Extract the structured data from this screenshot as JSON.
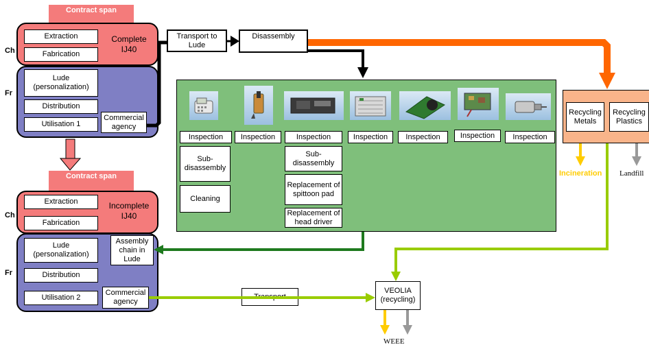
{
  "top_phase": {
    "banner": "Contract span",
    "side_ch": "Ch",
    "side_fr": "Fr",
    "title_line1": "Complete",
    "title_line2": "IJ40",
    "extraction": "Extraction",
    "fabrication": "Fabrication",
    "lude": "Lude (personalization)",
    "distribution": "Distribution",
    "utilisation": "Utilisation 1",
    "commercial_agency": "Commercial agency"
  },
  "bottom_phase": {
    "banner": "Contract span",
    "side_ch": "Ch",
    "side_fr": "Fr",
    "title_line1": "Incomplete",
    "title_line2": "IJ40",
    "extraction": "Extraction",
    "fabrication": "Fabrication",
    "lude": "Lude (personalization)",
    "distribution": "Distribution",
    "utilisation": "Utilisation 2",
    "commercial_agency": "Commercial agency",
    "assembly_chain": "Assembly chain in Lude"
  },
  "flow": {
    "transport_to_lude": "Transport to Lude",
    "disassembly": "Disassembly",
    "transport": "Transport",
    "veolia": "VEOLIA (recycling)",
    "weee": "WEEE"
  },
  "inspection": {
    "label": "Inspection",
    "count": 7,
    "sub_disassembly": "Sub-disassembly",
    "cleaning": "Cleaning",
    "sub_disassembly_2": "Sub-disassembly",
    "replacement_spittoon": "Replacement of spittoon pad",
    "replacement_head": "Replacement of head driver"
  },
  "recycling": {
    "metals": "Recycling Metals",
    "plastics": "Recycling Plastics",
    "incineration": "Incineration",
    "landfill": "Landfill"
  },
  "colors": {
    "pink": "#f47b7b",
    "blue": "#7f7fc4",
    "green_panel": "#7fbf7b",
    "orange_panel": "#f9b48a",
    "orange_arrow": "#ff6600",
    "dark_green": "#1e7a1e",
    "light_green": "#99cc00",
    "yellow": "#ffcc00",
    "gray": "#999999"
  }
}
